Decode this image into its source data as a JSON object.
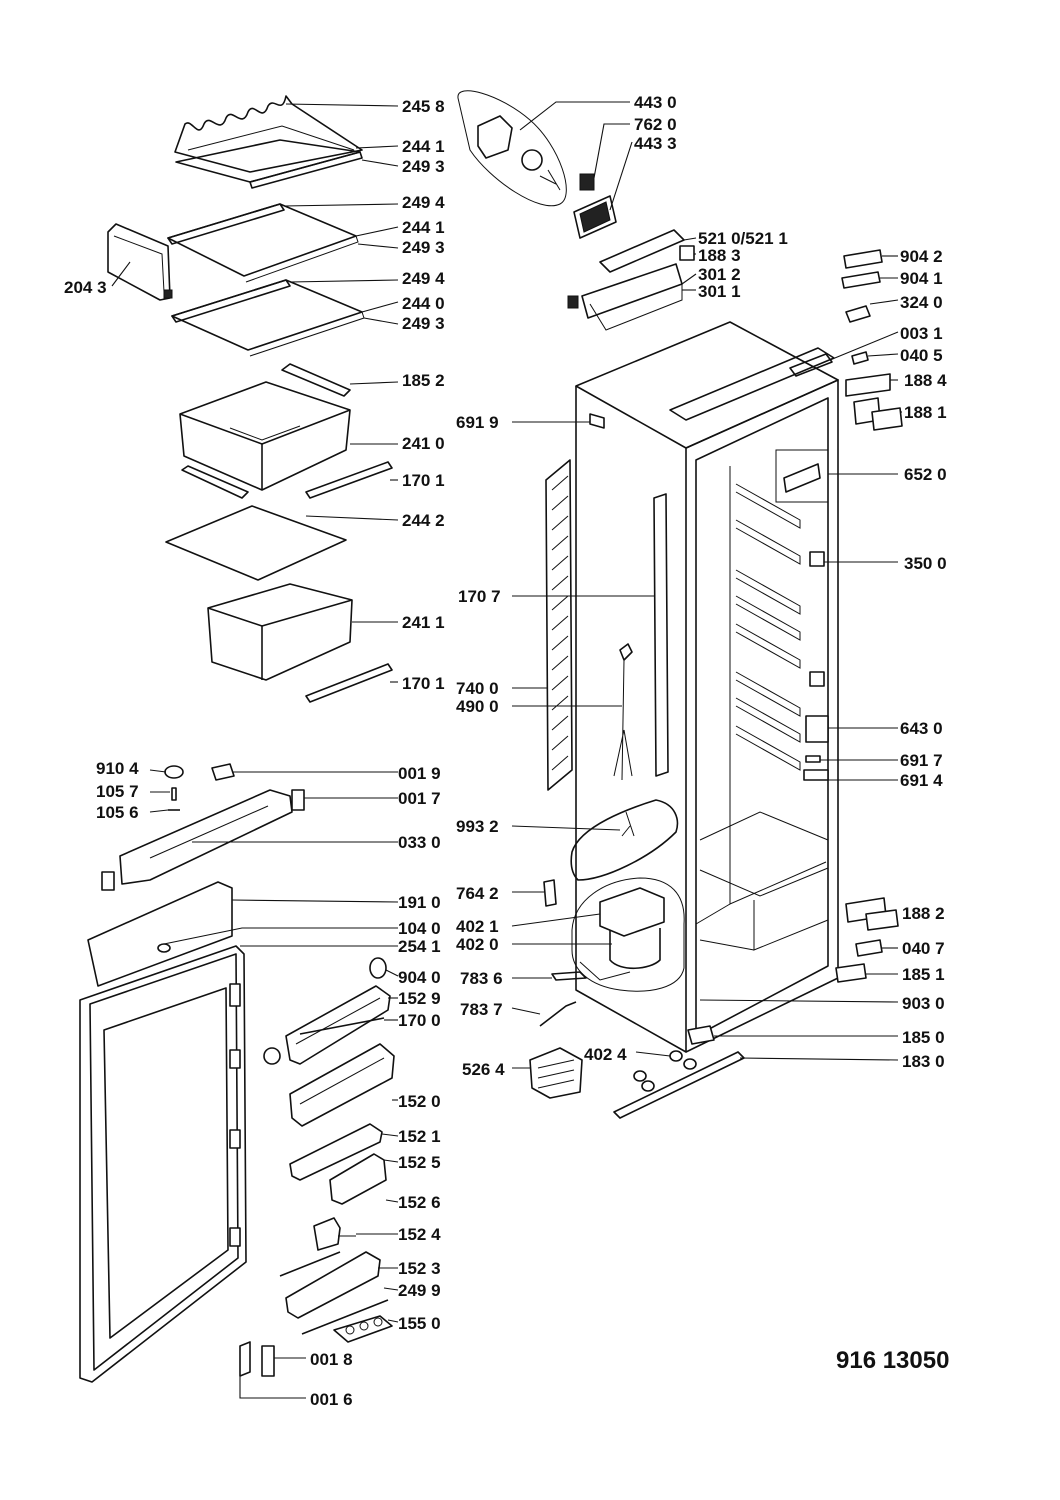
{
  "diagram": {
    "code": "916 13050",
    "labels": {
      "l2458": "245 8",
      "l2441a": "244 1",
      "l2493a": "249 3",
      "l2494a": "249 4",
      "l2441b": "244 1",
      "l2493b": "249 3",
      "l2043": "204 3",
      "l2494b": "249 4",
      "l2440": "244 0",
      "l2493c": "249 3",
      "l1852": "185 2",
      "l2410": "241 0",
      "l1701a": "170 1",
      "l2442": "244 2",
      "l2411": "241 1",
      "l1701b": "170 1",
      "l9104": "910 4",
      "l1057": "105 7",
      "l1056": "105 6",
      "l0019": "001 9",
      "l0017": "001 7",
      "l0330": "033 0",
      "l1910": "191 0",
      "l1040": "104 0",
      "l2541": "254 1",
      "l9040": "904 0",
      "l1529": "152 9",
      "l1700": "170 0",
      "l1520": "152 0",
      "l1521": "152 1",
      "l1525": "152 5",
      "l1526": "152 6",
      "l1524": "152 4",
      "l1523": "152 3",
      "l2499": "249 9",
      "l1550": "155 0",
      "l0018": "001 8",
      "l0016": "001 6",
      "l4430": "443 0",
      "l7620": "762 0",
      "l4433": "443 3",
      "l5210": "521 0/521 1",
      "l1883": "188 3",
      "l3012": "301 2",
      "l3011": "301 1",
      "l9042": "904 2",
      "l9041": "904 1",
      "l3240": "324 0",
      "l0031": "003 1",
      "l0405": "040 5",
      "l1884": "188 4",
      "l1881": "188 1",
      "l6919": "691 9",
      "l6520": "652 0",
      "l3500": "350 0",
      "l1707": "170 7",
      "l7400": "740 0",
      "l4900": "490 0",
      "l6430": "643 0",
      "l6917": "691 7",
      "l6914": "691 4",
      "l9932": "993 2",
      "l7642": "764 2",
      "l4021": "402 1",
      "l4020": "402 0",
      "l1882": "188 2",
      "l0407": "040 7",
      "l1851": "185 1",
      "l7836": "783 6",
      "l9030": "903 0",
      "l7837": "783 7",
      "l1850": "185 0",
      "l4024": "402 4",
      "l5264": "526 4",
      "l1830": "183 0"
    }
  }
}
